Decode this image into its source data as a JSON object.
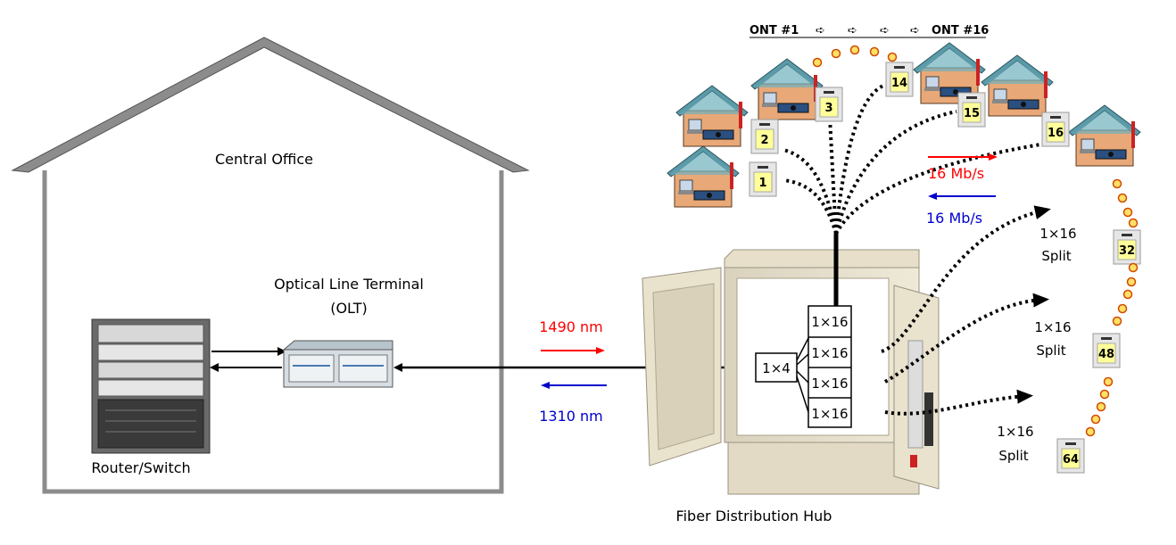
{
  "central_office": {
    "label": "Central Office"
  },
  "router": {
    "label": "Router/Switch"
  },
  "olt": {
    "label_line1": "Optical Line Terminal",
    "label_line2": "(OLT)"
  },
  "downstream": {
    "label": "1490 nm",
    "color": "#ff0000"
  },
  "upstream": {
    "label": "1310 nm",
    "color": "#0000cc"
  },
  "hub": {
    "label": "Fiber Distribution Hub"
  },
  "splitters": {
    "main": "1×4",
    "secondary": [
      "1×16",
      "1×16",
      "1×16",
      "1×16"
    ]
  },
  "rates": {
    "down": "16 Mb/s",
    "up": "16 Mb/s"
  },
  "ont_header": {
    "first": "ONT #1",
    "last": "ONT #16",
    "arrow": "➪"
  },
  "onts": [
    "1",
    "2",
    "3",
    "14",
    "15",
    "16",
    "32",
    "48",
    "64"
  ],
  "splits": [
    {
      "line1": "1×16",
      "line2": "Split"
    },
    {
      "line1": "1×16",
      "line2": "Split"
    },
    {
      "line1": "1×16",
      "line2": "Split"
    }
  ]
}
